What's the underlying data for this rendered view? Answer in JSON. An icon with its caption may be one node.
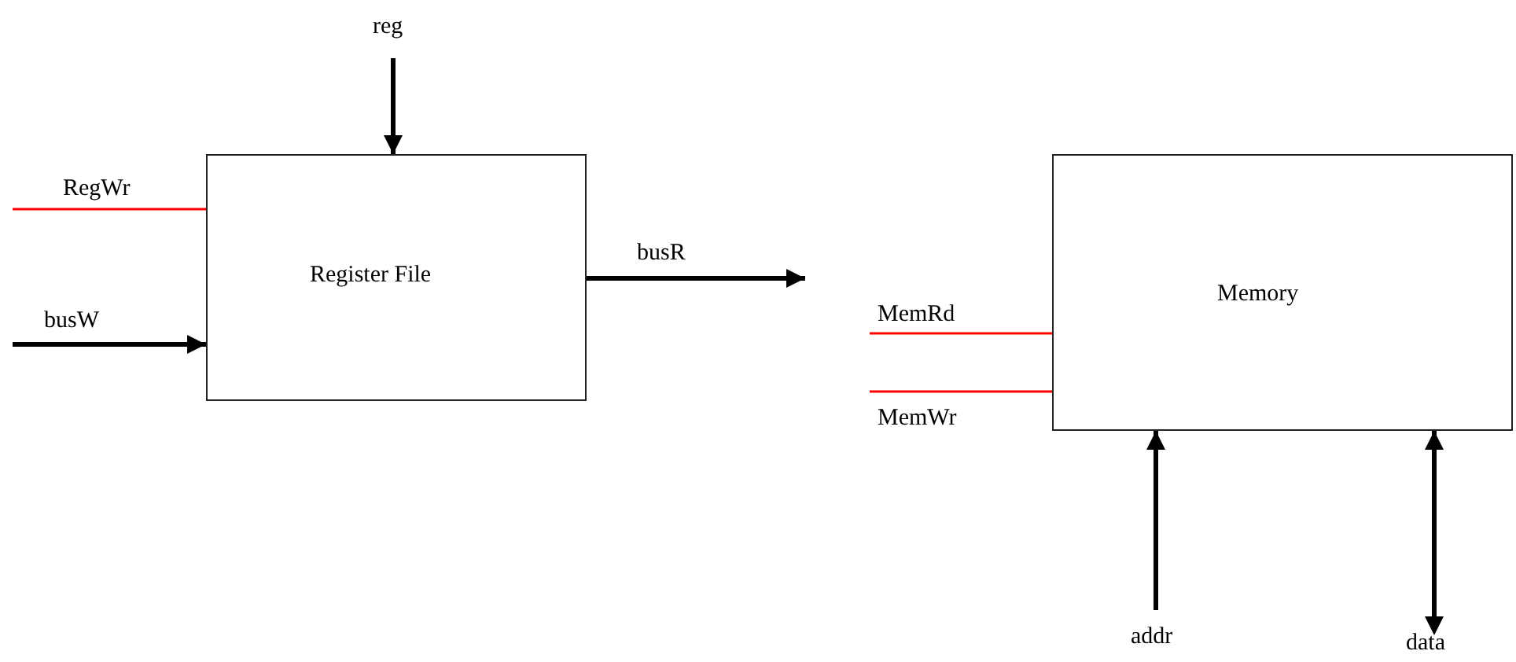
{
  "diagram": {
    "nodes": [
      {
        "text": [
          "Register File"
        ]
      },
      {
        "text": [
          "Memory"
        ]
      }
    ],
    "edges": [
      {
        "from": null,
        "to": 0,
        "arrow": "to",
        "label": "reg"
      },
      {
        "from": null,
        "to": 0,
        "arrow": "none",
        "label": "RegWr",
        "color": "#ff0000"
      },
      {
        "from": null,
        "to": 0,
        "arrow": "to",
        "label": "busW"
      },
      {
        "from": 0,
        "to": null,
        "arrow": "to",
        "label": "busR"
      },
      {
        "from": null,
        "to": 1,
        "arrow": "none",
        "label": "MemRd",
        "color": "#ff0000"
      },
      {
        "from": null,
        "to": 1,
        "arrow": "none",
        "label": "MemWr",
        "color": "#ff0000"
      },
      {
        "from": null,
        "to": 1,
        "arrow": "to",
        "label": "addr"
      },
      {
        "from": null,
        "to": 1,
        "arrow": "both",
        "label": "data"
      }
    ]
  }
}
